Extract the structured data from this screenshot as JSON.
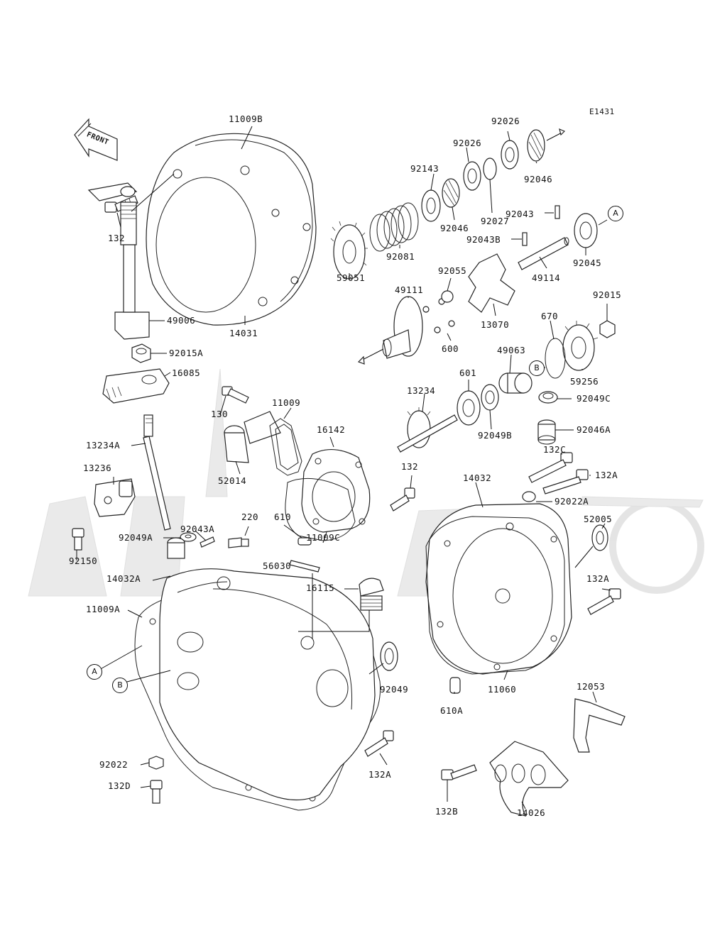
{
  "diagram": {
    "reference_code": "E1431",
    "direction_label": "FRONT",
    "part_labels": [
      {
        "id": "p11009B",
        "text": "11009B"
      },
      {
        "id": "p132a",
        "text": "132"
      },
      {
        "id": "p49006",
        "text": "49006"
      },
      {
        "id": "p14031",
        "text": "14031"
      },
      {
        "id": "p92015A",
        "text": "92015A"
      },
      {
        "id": "p16085",
        "text": "16085"
      },
      {
        "id": "p13234A",
        "text": "13234A"
      },
      {
        "id": "p13236",
        "text": "13236"
      },
      {
        "id": "p92049A",
        "text": "92049A"
      },
      {
        "id": "p92043A",
        "text": "92043A"
      },
      {
        "id": "p92150",
        "text": "92150"
      },
      {
        "id": "p14032A",
        "text": "14032A"
      },
      {
        "id": "p11009A",
        "text": "11009A"
      },
      {
        "id": "p92022",
        "text": "92022"
      },
      {
        "id": "p132D",
        "text": "132D"
      },
      {
        "id": "p130",
        "text": "130"
      },
      {
        "id": "p11009",
        "text": "11009"
      },
      {
        "id": "p52014",
        "text": "52014"
      },
      {
        "id": "p16142",
        "text": "16142"
      },
      {
        "id": "p132b",
        "text": "132"
      },
      {
        "id": "p220",
        "text": "220"
      },
      {
        "id": "p610",
        "text": "610"
      },
      {
        "id": "p11009C",
        "text": "11009C"
      },
      {
        "id": "p56030",
        "text": "56030"
      },
      {
        "id": "p16115",
        "text": "16115"
      },
      {
        "id": "p92049",
        "text": "92049"
      },
      {
        "id": "p132A_low",
        "text": "132A"
      },
      {
        "id": "p92026a",
        "text": "92026"
      },
      {
        "id": "p92026b",
        "text": "92026"
      },
      {
        "id": "p92143",
        "text": "92143"
      },
      {
        "id": "p92046a",
        "text": "92046"
      },
      {
        "id": "p92027",
        "text": "92027"
      },
      {
        "id": "p92046b",
        "text": "92046"
      },
      {
        "id": "p92043",
        "text": "92043"
      },
      {
        "id": "p92043B",
        "text": "92043B"
      },
      {
        "id": "p92081",
        "text": "92081"
      },
      {
        "id": "p59051",
        "text": "59051"
      },
      {
        "id": "p92055",
        "text": "92055"
      },
      {
        "id": "p49111",
        "text": "49111"
      },
      {
        "id": "p13070",
        "text": "13070"
      },
      {
        "id": "p600",
        "text": "600"
      },
      {
        "id": "p49114",
        "text": "49114"
      },
      {
        "id": "p92045",
        "text": "92045"
      },
      {
        "id": "p92015",
        "text": "92015"
      },
      {
        "id": "p670",
        "text": "670"
      },
      {
        "id": "p49063",
        "text": "49063"
      },
      {
        "id": "p59256",
        "text": "59256"
      },
      {
        "id": "p601",
        "text": "601"
      },
      {
        "id": "p13234",
        "text": "13234"
      },
      {
        "id": "p92049B",
        "text": "92049B"
      },
      {
        "id": "p92049C",
        "text": "92049C"
      },
      {
        "id": "p92046A",
        "text": "92046A"
      },
      {
        "id": "p132C",
        "text": "132C"
      },
      {
        "id": "p132A_r1",
        "text": "132A"
      },
      {
        "id": "p14032",
        "text": "14032"
      },
      {
        "id": "p92022A",
        "text": "92022A"
      },
      {
        "id": "p52005",
        "text": "52005"
      },
      {
        "id": "p132A_r2",
        "text": "132A"
      },
      {
        "id": "p610A",
        "text": "610A"
      },
      {
        "id": "p11060",
        "text": "11060"
      },
      {
        "id": "p12053",
        "text": "12053"
      },
      {
        "id": "p132B",
        "text": "132B"
      },
      {
        "id": "p14026",
        "text": "14026"
      }
    ],
    "reference_markers": [
      {
        "id": "refA_top",
        "text": "A"
      },
      {
        "id": "refB_mid",
        "text": "B"
      },
      {
        "id": "refA_left",
        "text": "A"
      },
      {
        "id": "refB_left",
        "text": "B"
      }
    ]
  }
}
